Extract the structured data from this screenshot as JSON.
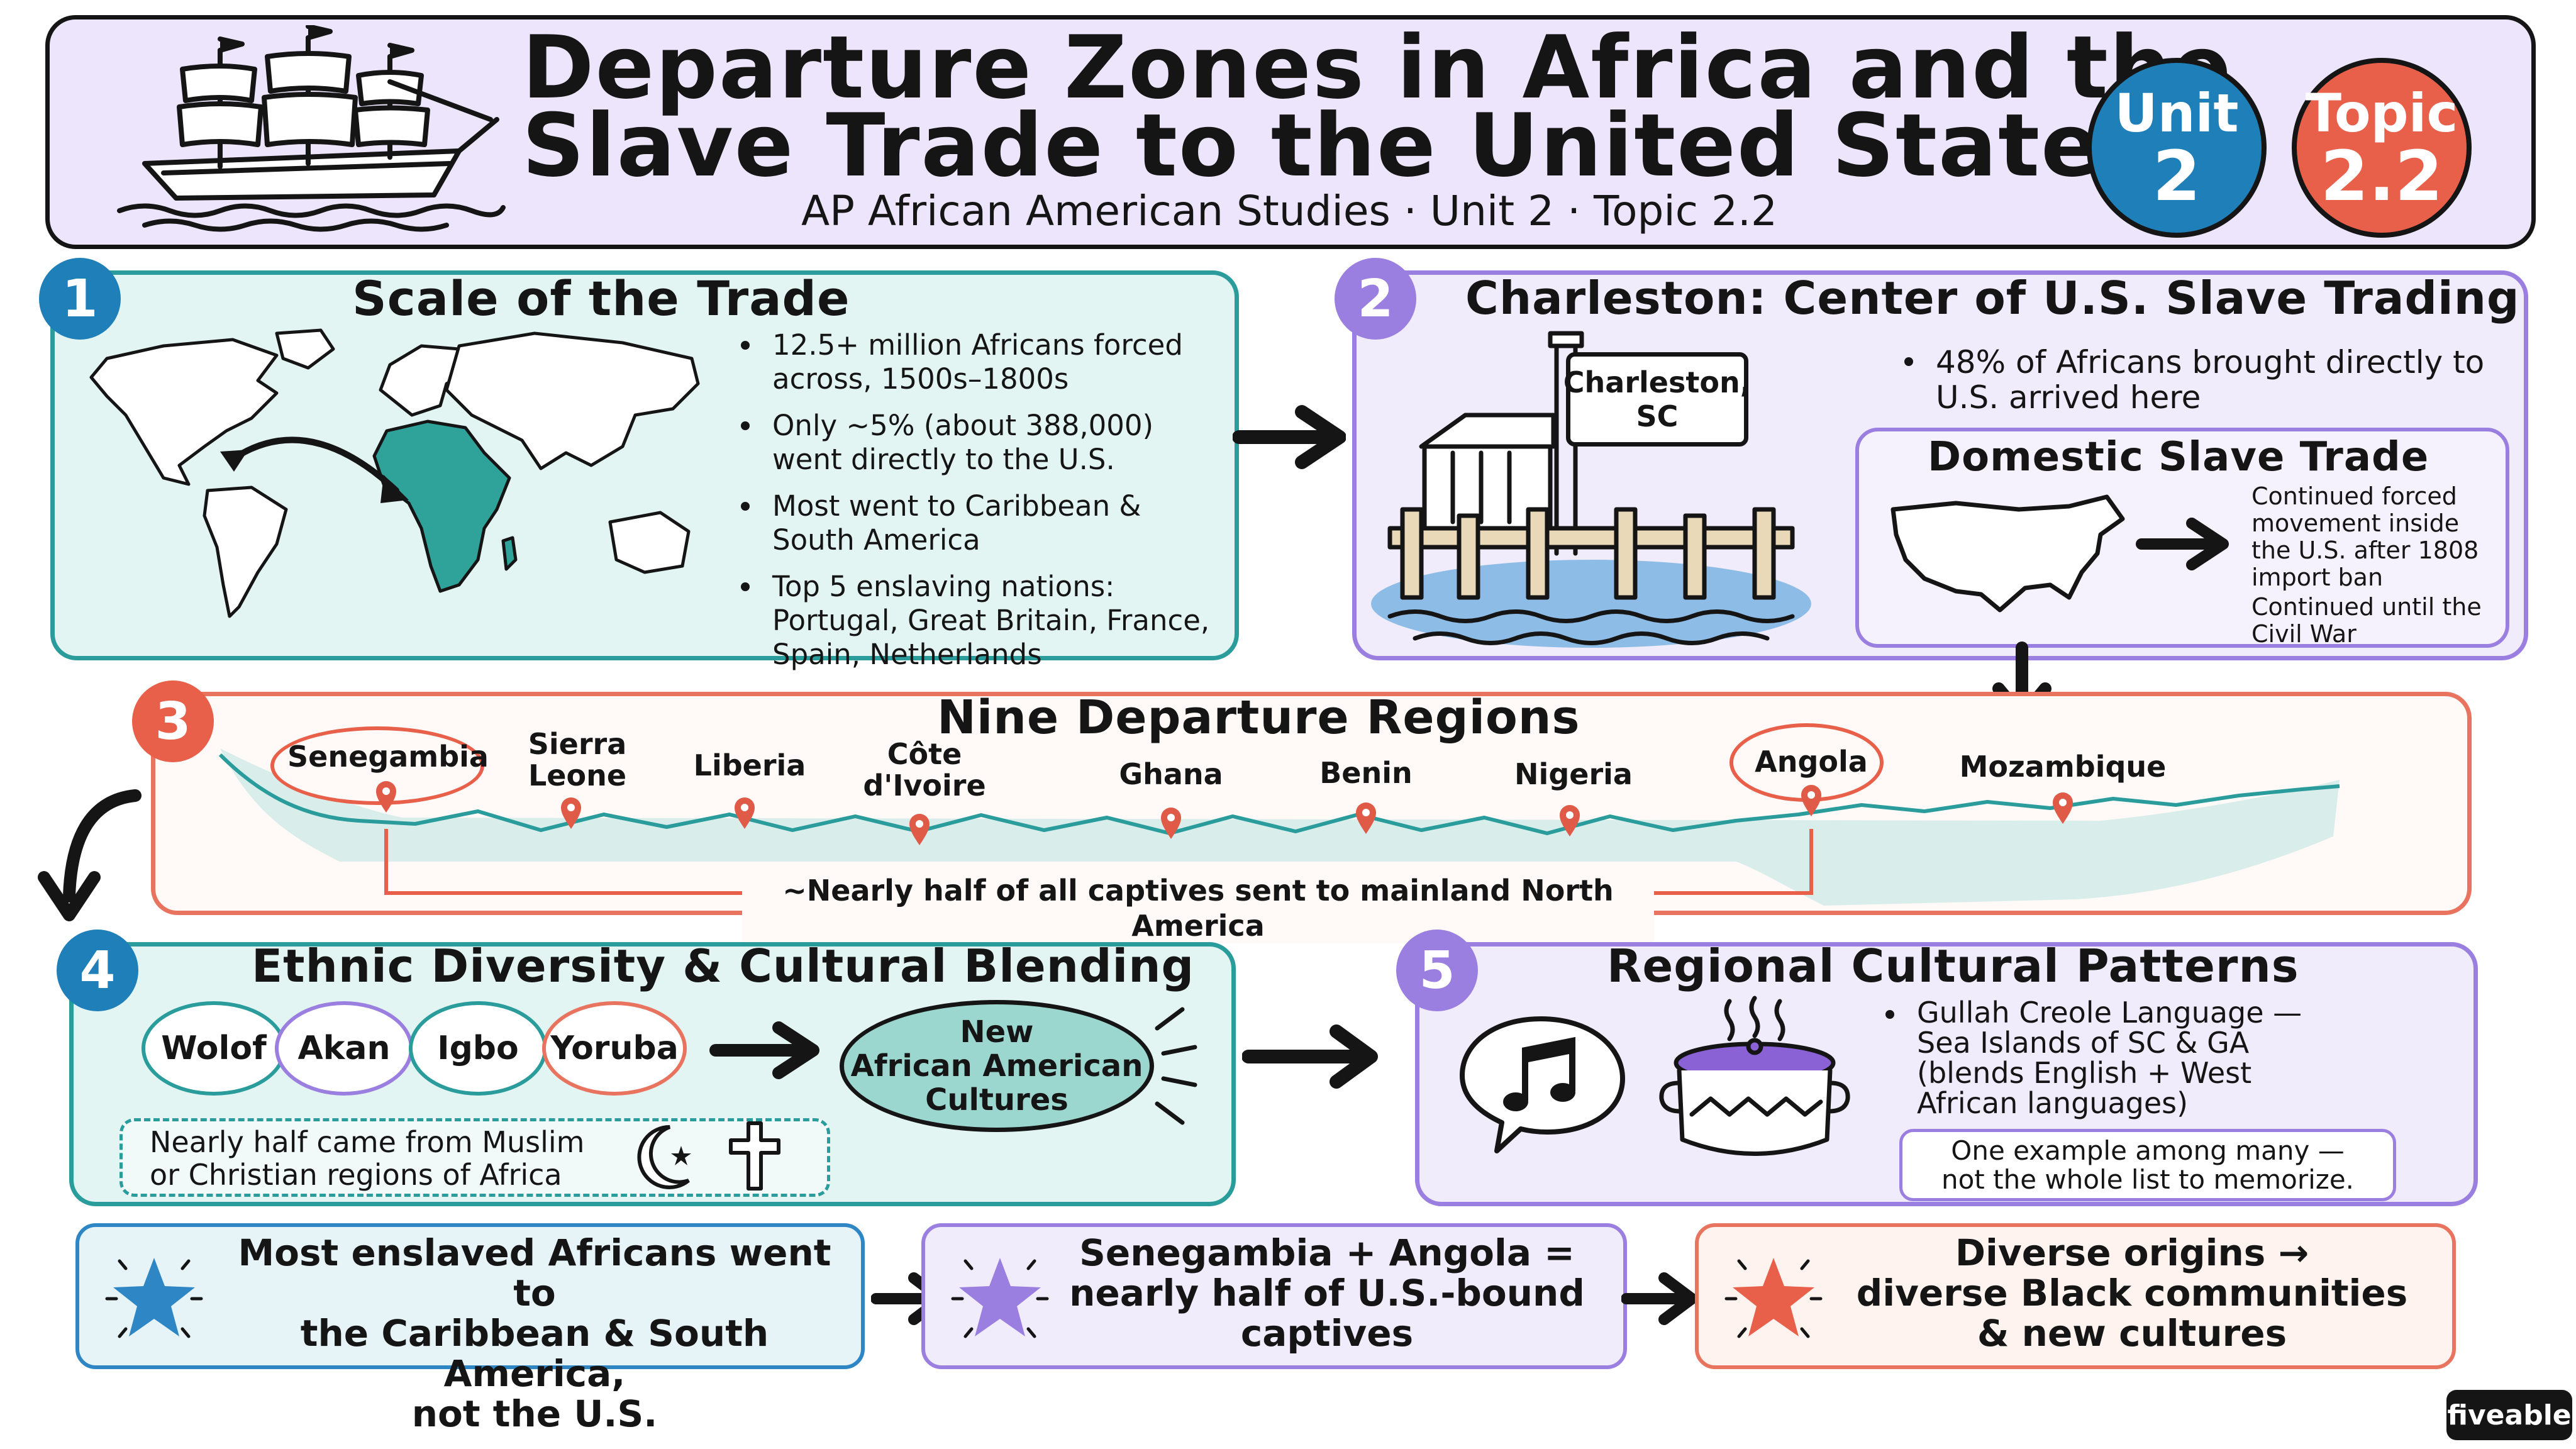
{
  "header": {
    "title_line1": "Departure Zones in Africa and the",
    "title_line2": "Slave Trade to the United States",
    "subtitle": "AP African American Studies · Unit 2 · Topic 2.2",
    "unit_badge": {
      "label": "Unit",
      "value": "2"
    },
    "topic_badge": {
      "label": "Topic",
      "value": "2.2"
    }
  },
  "section1": {
    "number": "1",
    "title": "Scale of the Trade",
    "bullets": [
      "12.5+ million Africans forced across, 1500s–1800s",
      "Only ~5% (about 388,000) went directly to the U.S.",
      "Most went to Caribbean & South America",
      "Top 5 enslaving nations: Portugal, Great Britain, France, Spain, Netherlands"
    ]
  },
  "section2": {
    "number": "2",
    "title": "Charleston: Center of U.S. Slave Trading",
    "sign_line1": "Charleston,",
    "sign_line2": "SC",
    "bullet": "48% of Africans brought directly to U.S. arrived here",
    "domestic": {
      "title": "Domestic Slave Trade",
      "text1": "Continued forced movement inside the U.S. after 1808 import ban",
      "text2": "Continued until the Civil War"
    }
  },
  "section3": {
    "number": "3",
    "title": "Nine Departure Regions",
    "regions": [
      {
        "line1": "Senegambia",
        "line2": ""
      },
      {
        "line1": "Sierra",
        "line2": "Leone"
      },
      {
        "line1": "Liberia",
        "line2": ""
      },
      {
        "line1": "Côte",
        "line2": "d'Ivoire"
      },
      {
        "line1": "Ghana",
        "line2": ""
      },
      {
        "line1": "Benin",
        "line2": ""
      },
      {
        "line1": "Nigeria",
        "line2": ""
      },
      {
        "line1": "Angola",
        "line2": ""
      },
      {
        "line1": "Mozambique",
        "line2": ""
      }
    ],
    "bracket_note": "~Nearly half of all captives sent to mainland North America"
  },
  "section4": {
    "number": "4",
    "title": "Ethnic Diversity & Cultural Blending",
    "groups": [
      "Wolof",
      "Akan",
      "Igbo",
      "Yoruba"
    ],
    "result_line1": "New",
    "result_line2": "African American",
    "result_line3": "Cultures",
    "note_line1": "Nearly half came from Muslim",
    "note_line2": "or Christian regions of Africa"
  },
  "section5": {
    "number": "5",
    "title": "Regional Cultural Patterns",
    "bullet_line1": "Gullah Creole Language —",
    "bullet_line2": "Sea Islands of SC & GA",
    "bullet_line3": "(blends English + West",
    "bullet_line4": "African languages)",
    "note_line1": "One example among many —",
    "note_line2": "not the whole list to memorize."
  },
  "takeaways": [
    {
      "line1": "Most enslaved Africans went to",
      "line2": "the Caribbean & South America,",
      "line3": "not the U.S."
    },
    {
      "line1": "Senegambia + Angola =",
      "line2": "nearly half of U.S.-bound",
      "line3": "captives"
    },
    {
      "line1": "Diverse origins →",
      "line2": "diverse Black communities",
      "line3": "& new cultures"
    }
  ],
  "brand": "fiveable",
  "colors": {
    "teal": "#2a9c9c",
    "purple": "#9b7fe0",
    "coral": "#e8735e",
    "blue": "#2e86c4",
    "pin": "#e05a48"
  },
  "icons": [
    "ship-icon",
    "world-map-icon",
    "dock-icon",
    "us-map-icon",
    "music-note-icon",
    "cooking-pot-icon",
    "crescent-star-icon",
    "cross-icon",
    "star-icon"
  ]
}
